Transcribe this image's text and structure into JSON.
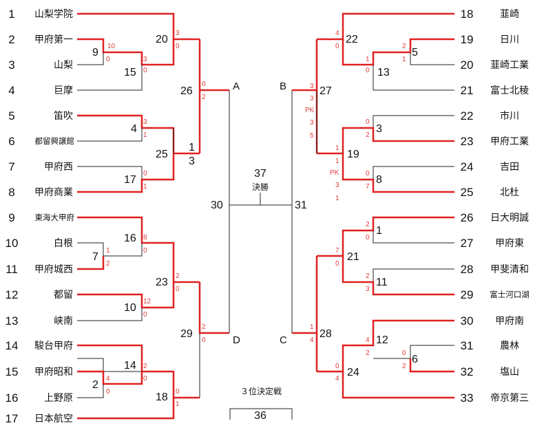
{
  "left_teams": [
    {
      "num": "1",
      "name": "山梨学院"
    },
    {
      "num": "2",
      "name": "甲府第一"
    },
    {
      "num": "3",
      "name": "山梨"
    },
    {
      "num": "4",
      "name": "巨摩"
    },
    {
      "num": "5",
      "name": "笛吹"
    },
    {
      "num": "6",
      "name": "都留興譲館"
    },
    {
      "num": "7",
      "name": "甲府西"
    },
    {
      "num": "8",
      "name": "甲府商業"
    },
    {
      "num": "9",
      "name": "東海大甲府"
    },
    {
      "num": "10",
      "name": "白根"
    },
    {
      "num": "11",
      "name": "甲府城西"
    },
    {
      "num": "12",
      "name": "都留"
    },
    {
      "num": "13",
      "name": "峡南"
    },
    {
      "num": "14",
      "name": "駿台甲府"
    },
    {
      "num": "15",
      "name": "甲府昭和"
    },
    {
      "num": "16",
      "name": "上野原"
    },
    {
      "num": "17",
      "name": "日本航空"
    }
  ],
  "right_teams": [
    {
      "num": "18",
      "name": "韮崎"
    },
    {
      "num": "19",
      "name": "日川"
    },
    {
      "num": "20",
      "name": "韮崎工業"
    },
    {
      "num": "21",
      "name": "富士北稜"
    },
    {
      "num": "22",
      "name": "市川"
    },
    {
      "num": "23",
      "name": "甲府工業"
    },
    {
      "num": "24",
      "name": "吉田"
    },
    {
      "num": "25",
      "name": "北杜"
    },
    {
      "num": "26",
      "name": "日大明誠"
    },
    {
      "num": "27",
      "name": "甲府東"
    },
    {
      "num": "28",
      "name": "甲斐清和"
    },
    {
      "num": "29",
      "name": "富士河口湖"
    },
    {
      "num": "30",
      "name": "甲府南"
    },
    {
      "num": "31",
      "name": "農林"
    },
    {
      "num": "32",
      "name": "塩山"
    },
    {
      "num": "33",
      "name": "帝京第三"
    }
  ],
  "match_numbers": {
    "m9": "9",
    "m15": "15",
    "m20": "20",
    "m4": "4",
    "m17": "17",
    "m25": "25",
    "m26": "26",
    "m7": "7",
    "m16": "16",
    "m10": "10",
    "m23": "23",
    "m2": "2",
    "m14": "14",
    "m18": "18",
    "m29": "29",
    "m30": "30",
    "m31": "31",
    "m37": "37",
    "m22": "22",
    "m5": "5",
    "m13": "13",
    "m27": "27",
    "m3": "3",
    "m8": "8",
    "m19": "19",
    "m1": "1",
    "m11": "11",
    "m21": "21",
    "m12": "12",
    "m6": "6",
    "m24": "24",
    "m28": "28",
    "m36": "36",
    "m25_top": "1",
    "m25_bot": "3"
  },
  "labels": {
    "a": "A",
    "b": "B",
    "c": "C",
    "d": "D",
    "final": "決勝",
    "third_place": "３位決定戦"
  },
  "scores": {
    "s9a": "10",
    "s9b": "0",
    "s15a": "3",
    "s15b": "0",
    "s20a": "3",
    "s20b": "0",
    "s4a": "3",
    "s4b": "1",
    "s17a": "0",
    "s17b": "1",
    "s26a": "0",
    "s26b": "2",
    "s7a": "1",
    "s7b": "2",
    "s16a": "8",
    "s16b": "0",
    "s10a": "12",
    "s10b": "0",
    "s23a": "2",
    "s23b": "0",
    "s2a": "4",
    "s2b": "0",
    "s14a": "2",
    "s14b": "0",
    "s18a": "0",
    "s18b": "1",
    "s29a": "2",
    "s29b": "0",
    "s22a": "4",
    "s22b": "0",
    "s5a": "2",
    "s5b": "1",
    "s13a": "1",
    "s13b": "0",
    "s27a": "3",
    "s27b": "3",
    "s27pk": "PK",
    "s27c": "3",
    "s27d": "5",
    "s3a": "0",
    "s3b": "2",
    "s8a": "0",
    "s8b": "7",
    "s19a": "1",
    "s19b": "1",
    "s19pk": "PK",
    "s19c": "3",
    "s19d": "1",
    "s1a": "2",
    "s1b": "0",
    "s11a": "2",
    "s11b": "3",
    "s21a": "7",
    "s21b": "0",
    "s12a": "4",
    "s12b": "2",
    "s6a": "0",
    "s6b": "2",
    "s24a": "0",
    "s24b": "4",
    "s28a": "1",
    "s28b": "4"
  },
  "colors": {
    "winner": "#e02020",
    "line": "#222222",
    "score": "#e23a3a"
  }
}
